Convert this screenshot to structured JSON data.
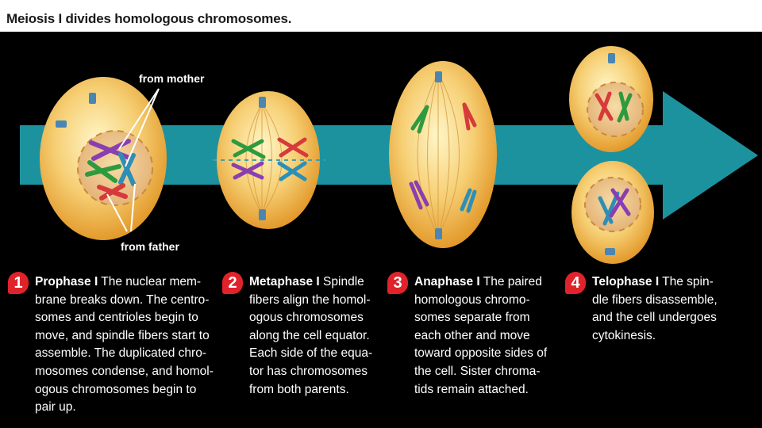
{
  "title": "Meiosis I divides homologous chromosomes.",
  "labels": {
    "mother": "from mother",
    "father": "from father"
  },
  "colors": {
    "arrow": "#1f9aa8",
    "cell": "#f2b345",
    "number_badge": "#e0232a"
  },
  "steps": [
    {
      "number": "1",
      "phase": "Prophase I",
      "lines": [
        "The nuclear mem-",
        "brane breaks down. The centro-",
        "somes and centrioles begin to",
        "move, and spindle fibers start to",
        "assemble. The duplicated chro-",
        "mosomes condense, and homol-",
        "ogous chromosomes begin to",
        "pair up."
      ]
    },
    {
      "number": "2",
      "phase": "Metaphase I",
      "lines": [
        "Spindle",
        "fibers align the homol-",
        "ogous chromosomes",
        "along the cell equator.",
        "Each side of the equa-",
        "tor has chromosomes",
        "from both parents."
      ]
    },
    {
      "number": "3",
      "phase": "Anaphase I",
      "lines": [
        "The paired",
        "homologous chromo-",
        "somes separate from",
        "each other and move",
        "toward opposite sides of",
        "the cell. Sister chroma-",
        "tids remain attached."
      ]
    },
    {
      "number": "4",
      "phase": "Telophase I",
      "lines": [
        "The spin-",
        "dle fibers disassemble,",
        "and the cell undergoes",
        "cytokinesis."
      ]
    }
  ]
}
